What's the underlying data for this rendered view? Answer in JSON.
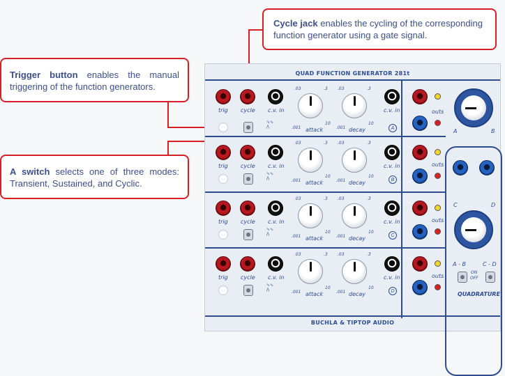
{
  "callouts": {
    "cycle_jack": {
      "title": "Cycle jack",
      "text": " enables the cycling of the corresponding function generator using a gate signal."
    },
    "trigger_button": {
      "title": "Trigger button",
      "text": " enables the manual triggering of the function generators."
    },
    "a_switch": {
      "title": "A switch",
      "text": " selects one of three modes: Transient, Sustained, and Cyclic."
    }
  },
  "module": {
    "title": "QUAD FUNCTION GENERATOR 281t",
    "footer": "BUCHLA & TIPTOP AUDIO",
    "channels": [
      {
        "letter": "A"
      },
      {
        "letter": "B"
      },
      {
        "letter": "C"
      },
      {
        "letter": "D"
      }
    ],
    "labels": {
      "trig": "trig",
      "cycle": "cycle",
      "cv_in": "c.v. in",
      "attack": "attack",
      "decay": "decay",
      "outs": "outs",
      "t03": ".03",
      "t3": ".3",
      "t001": ".001",
      "t10": "10"
    },
    "quadrature": {
      "label": "QUADRATURE",
      "a": "A",
      "b": "B",
      "c": "C",
      "d": "D",
      "ab": "A - B",
      "cd": "C - D",
      "on": "ON",
      "off": "OFF"
    }
  }
}
